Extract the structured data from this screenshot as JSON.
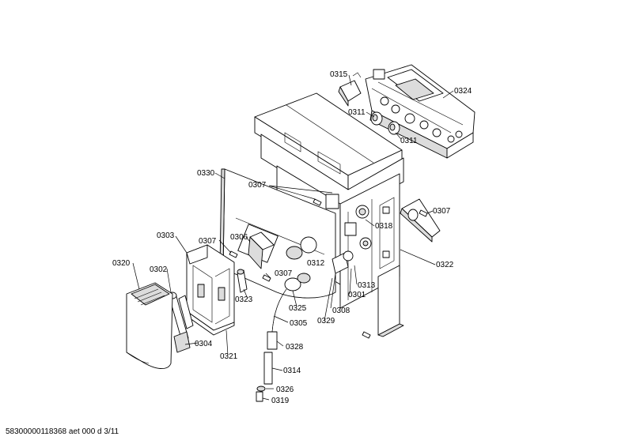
{
  "labels": {
    "p0315": "0315",
    "p0324": "0324",
    "p0311a": "0311",
    "p0311b": "0311",
    "p0330": "0330",
    "p0307a": "0307",
    "p0307b": "0307",
    "p0307c": "0307",
    "p0307d": "0307",
    "p0303": "0303",
    "p0306": "0306",
    "p0318": "0318",
    "p0320": "0320",
    "p0302": "0302",
    "p0312": "0312",
    "p0322": "0322",
    "p0313": "0313",
    "p0323": "0323",
    "p0301": "0301",
    "p0325": "0325",
    "p0308": "0308",
    "p0329": "0329",
    "p0305": "0305",
    "p0304": "0304",
    "p0321": "0321",
    "p0328": "0328",
    "p0314": "0314",
    "p0326": "0326",
    "p0319": "0319"
  },
  "footer": "58300000118368 aet 000 d 3/11"
}
